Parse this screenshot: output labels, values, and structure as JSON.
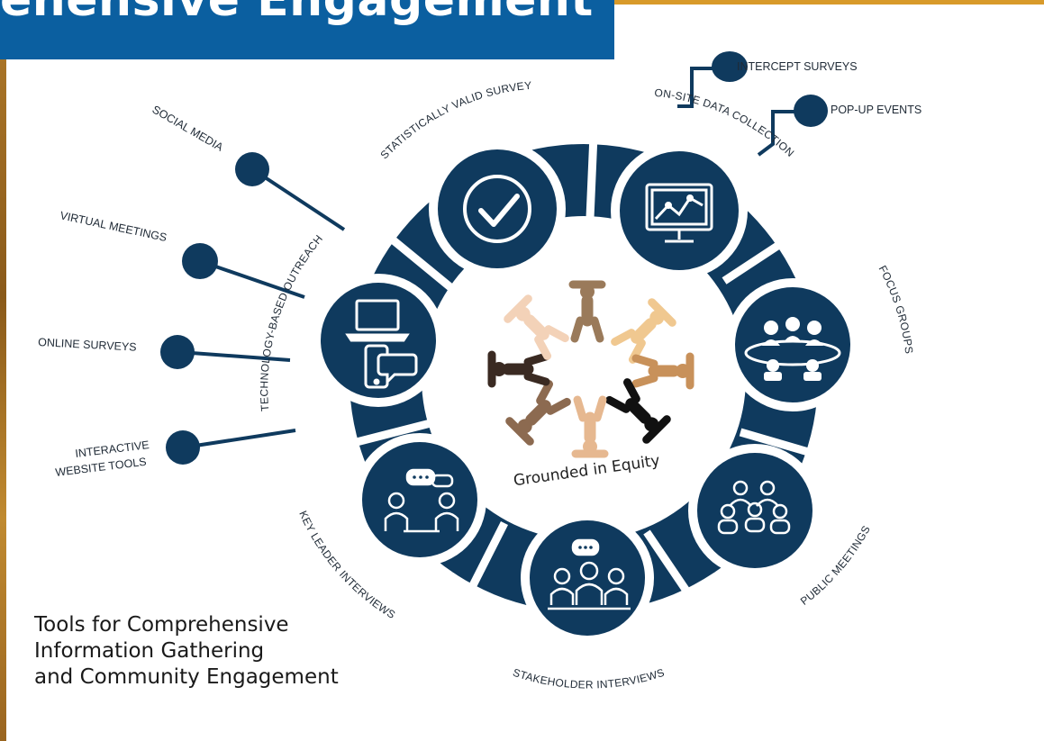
{
  "header": {
    "title": "ehensive Engagement"
  },
  "colors": {
    "banner": "#0b5fa0",
    "ring": "#0f3a5e",
    "accent_rule": "#d89a2a"
  },
  "diagram": {
    "center_label": "Grounded in Equity",
    "segments": [
      {
        "label": "STATISTICALLY VALID SURVEY",
        "icon": "checkmark-icon"
      },
      {
        "label": "ON-SITE DATA COLLECTION",
        "icon": "monitor-chart-icon"
      },
      {
        "label": "FOCUS GROUPS",
        "icon": "group-table-icon"
      },
      {
        "label": "PUBLIC MEETINGS",
        "icon": "audience-icon"
      },
      {
        "label": "STAKEHOLDER INTERVIEWS",
        "icon": "panel-discussion-icon"
      },
      {
        "label": "KEY LEADER INTERVIEWS",
        "icon": "conversation-icon"
      },
      {
        "label": "TECHNOLOGY-BASED OUTREACH",
        "icon": "laptop-phone-icon"
      }
    ],
    "branches": {
      "intercept_surveys": "INTERCEPT SURVEYS",
      "pop_up_events": "POP-UP EVENTS",
      "social_media": "SOCIAL MEDIA",
      "virtual_meetings": "VIRTUAL MEETINGS",
      "online_surveys": "ONLINE SURVEYS",
      "interactive_line1": "INTERACTIVE",
      "interactive_line2": "WEBSITE TOOLS"
    }
  },
  "caption": {
    "line1": "Tools for Comprehensive",
    "line2": "Information Gathering",
    "line3": "and Community Engagement"
  }
}
